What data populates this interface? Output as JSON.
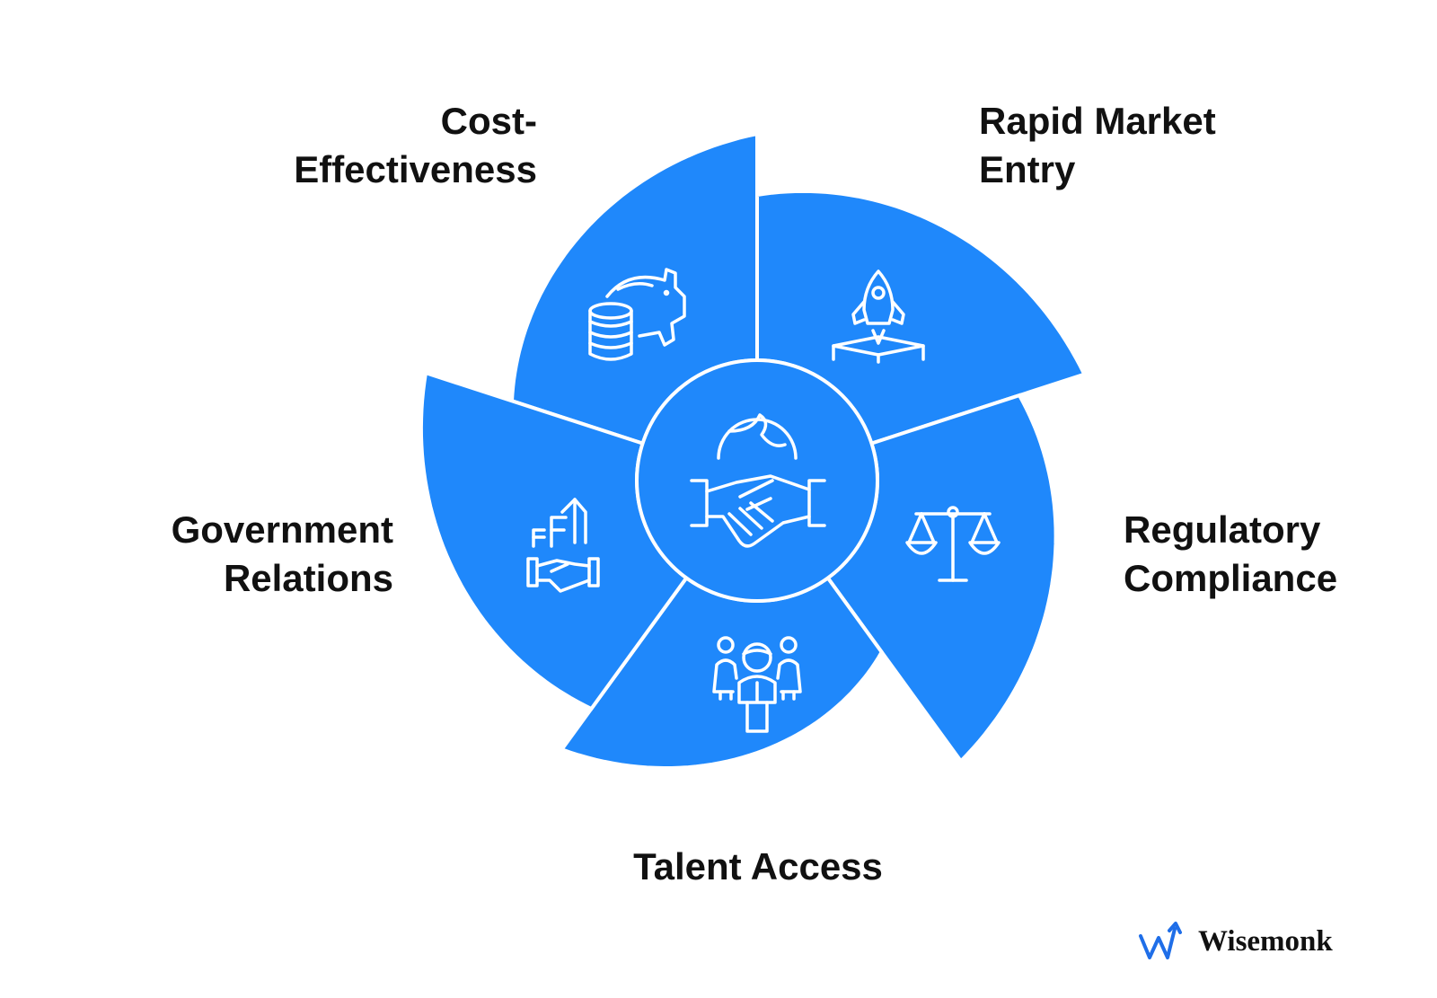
{
  "colors": {
    "segment_fill": "#1f88fb",
    "segment_stroke": "#ffffff",
    "icon_stroke": "#ffffff",
    "text": "#111111",
    "logo_blue": "#1f6ee8"
  },
  "center": {
    "icon": "handshake-globe-icon"
  },
  "segments": [
    {
      "id": "cost",
      "label_line1": "Cost-",
      "label_line2": "Effectiveness",
      "icon": "piggy-bank-coins-icon"
    },
    {
      "id": "rapid",
      "label_line1": "Rapid Market",
      "label_line2": "Entry",
      "icon": "rocket-launch-icon"
    },
    {
      "id": "reg",
      "label_line1": "Regulatory",
      "label_line2": "Compliance",
      "icon": "balance-scale-icon"
    },
    {
      "id": "talent",
      "label_line1": "Talent Access",
      "label_line2": "",
      "icon": "team-people-icon"
    },
    {
      "id": "gov",
      "label_line1": "Government",
      "label_line2": "Relations",
      "icon": "government-handshake-icon"
    }
  ],
  "brand": {
    "name": "Wisemonk",
    "icon": "wisemonk-logo-icon"
  }
}
